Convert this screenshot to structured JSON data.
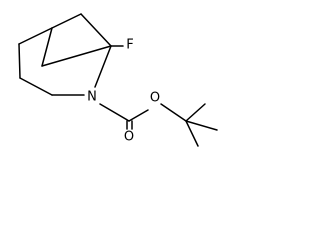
{
  "atoms": {
    "fluorine": "F",
    "ring_nitrogen": "N",
    "carbonyl_oxygen": "O",
    "ester_oxygen": "O"
  }
}
